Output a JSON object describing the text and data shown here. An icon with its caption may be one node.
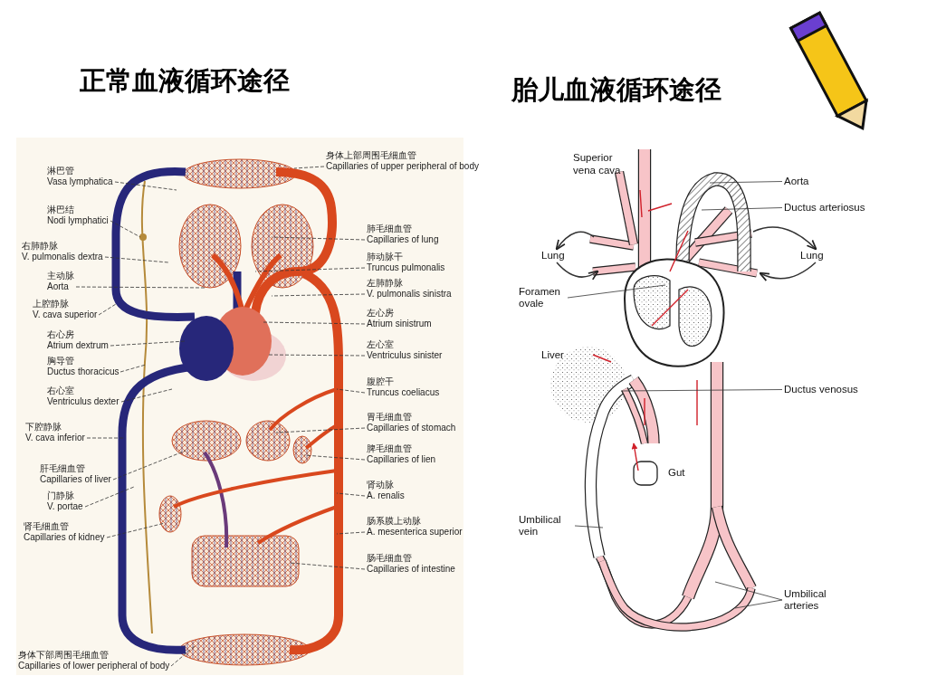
{
  "diagram": {
    "nodes": [
      {
        "text": [
          "淋巴管",
          "Vasa lymphatica"
        ]
      },
      {
        "text": [
          "淋巴结",
          "Nodi lymphatici"
        ]
      },
      {
        "text": [
          "右肺静脉",
          "V. pulmonalis dextra"
        ]
      },
      {
        "text": [
          "主动脉",
          "Aorta"
        ]
      },
      {
        "text": [
          "上腔静脉",
          "V. cava superior"
        ]
      },
      {
        "text": [
          "右心房",
          "Atrium dextrum"
        ]
      },
      {
        "text": [
          "胸导管",
          "Ductus thoracicus"
        ]
      },
      {
        "text": [
          "右心室",
          "Ventriculus dexter"
        ]
      },
      {
        "text": [
          "下腔静脉",
          "V. cava inferior"
        ]
      },
      {
        "text": [
          "肝毛细血管",
          "Capillaries of liver"
        ]
      },
      {
        "text": [
          "门静脉",
          "V. portae"
        ]
      },
      {
        "text": [
          "肾毛细血管",
          "Capillaries of kidney"
        ]
      },
      {
        "text": [
          "身体下部周围毛细血管",
          "Capillaries of lower peripheral of body"
        ]
      },
      {
        "text": [
          "身体上部周围毛细血管",
          "Capillaries of upper peripheral of body"
        ]
      },
      {
        "text": [
          "肺毛细血管",
          "Capillaries of lung"
        ]
      },
      {
        "text": [
          "肺动脉干",
          "Truncus pulmonalis"
        ]
      },
      {
        "text": [
          "左肺静脉",
          "V. pulmonalis sinistra"
        ]
      },
      {
        "text": [
          "左心房",
          "Atrium sinistrum"
        ]
      },
      {
        "text": [
          "左心室",
          "Ventriculus sinister"
        ]
      },
      {
        "text": [
          "腹腔干",
          "Truncus coeliacus"
        ]
      },
      {
        "text": [
          "胃毛细血管",
          "Capillaries of stomach"
        ]
      },
      {
        "text": [
          "脾毛细血管",
          "Capillaries of lien"
        ]
      },
      {
        "text": [
          "肾动脉",
          "A. renalis"
        ]
      },
      {
        "text": [
          "肠系膜上动脉",
          "A. mesenterica superior"
        ]
      },
      {
        "text": [
          "肠毛细血管",
          "Capillaries of intestine"
        ]
      },
      {
        "text": [
          "Aorta"
        ]
      },
      {
        "text": [
          "Ductus arteriosus"
        ]
      },
      {
        "text": [
          "Lung"
        ]
      },
      {
        "text": [
          "Lung"
        ]
      },
      {
        "text": [
          "Foramen ovale"
        ]
      },
      {
        "text": [
          "Ductus venosus"
        ]
      },
      {
        "text": [
          "Umbilical vein"
        ]
      },
      {
        "text": [
          "Umbilical arteries"
        ]
      }
    ],
    "edges": [
      {
        "from": 0,
        "to": null,
        "arrow": "none",
        "style": "dashed"
      },
      {
        "from": 1,
        "to": null,
        "arrow": "none",
        "style": "dashed"
      },
      {
        "from": 2,
        "to": null,
        "arrow": "none",
        "style": "dashed"
      },
      {
        "from": 3,
        "to": null,
        "arrow": "none",
        "style": "dashed"
      },
      {
        "from": 4,
        "to": null,
        "arrow": "none",
        "style": "dashed"
      },
      {
        "from": 5,
        "to": null,
        "arrow": "none",
        "style": "dashed"
      },
      {
        "from": 6,
        "to": null,
        "arrow": "none",
        "style": "dashed"
      },
      {
        "from": 7,
        "to": null,
        "arrow": "none",
        "style": "dashed"
      },
      {
        "from": 8,
        "to": null,
        "arrow": "none",
        "style": "dashed"
      },
      {
        "from": 9,
        "to": null,
        "arrow": "none",
        "style": "dashed"
      },
      {
        "from": 10,
        "to": null,
        "arrow": "none",
        "style": "dashed"
      },
      {
        "from": 11,
        "to": null,
        "arrow": "none",
        "style": "dashed"
      },
      {
        "from": 12,
        "to": null,
        "arrow": "none",
        "style": "dashed"
      },
      {
        "from": 13,
        "to": null,
        "arrow": "none",
        "style": "dashed"
      },
      {
        "from": 14,
        "to": null,
        "arrow": "none",
        "style": "dashed"
      },
      {
        "from": 15,
        "to": null,
        "arrow": "none",
        "style": "dashed"
      },
      {
        "from": 16,
        "to": null,
        "arrow": "none",
        "style": "dashed"
      },
      {
        "from": 17,
        "to": null,
        "arrow": "none",
        "style": "dashed"
      },
      {
        "from": 18,
        "to": null,
        "arrow": "none",
        "style": "dashed"
      },
      {
        "from": 19,
        "to": null,
        "arrow": "none",
        "style": "dashed"
      },
      {
        "from": 20,
        "to": null,
        "arrow": "none",
        "style": "dashed"
      },
      {
        "from": 21,
        "to": null,
        "arrow": "none",
        "style": "dashed"
      },
      {
        "from": 22,
        "to": null,
        "arrow": "none",
        "style": "dashed"
      },
      {
        "from": 23,
        "to": null,
        "arrow": "none",
        "style": "dashed"
      },
      {
        "from": 24,
        "to": null,
        "arrow": "none",
        "style": "dashed"
      },
      {
        "from": 25,
        "to": null,
        "arrow": "none"
      },
      {
        "from": 26,
        "to": null,
        "arrow": "none"
      },
      {
        "from": null,
        "to": 27,
        "arrow": "to"
      },
      {
        "from": 27,
        "to": null,
        "arrow": "to"
      },
      {
        "from": null,
        "to": 28,
        "arrow": "to"
      },
      {
        "from": 28,
        "to": null,
        "arrow": "to"
      },
      {
        "from": 29,
        "to": null,
        "arrow": "none"
      },
      {
        "from": 30,
        "to": null,
        "arrow": "none"
      },
      {
        "from": 31,
        "to": null,
        "arrow": "none"
      },
      {
        "from": 32,
        "to": null,
        "arrow": "none"
      },
      {
        "from": 32,
        "to": null,
        "arrow": "none"
      }
    ],
    "labels": [
      "正常血液循环途径",
      "胎儿血液循环途径",
      "Superior vena cava",
      "Liver",
      "Gut"
    ]
  }
}
